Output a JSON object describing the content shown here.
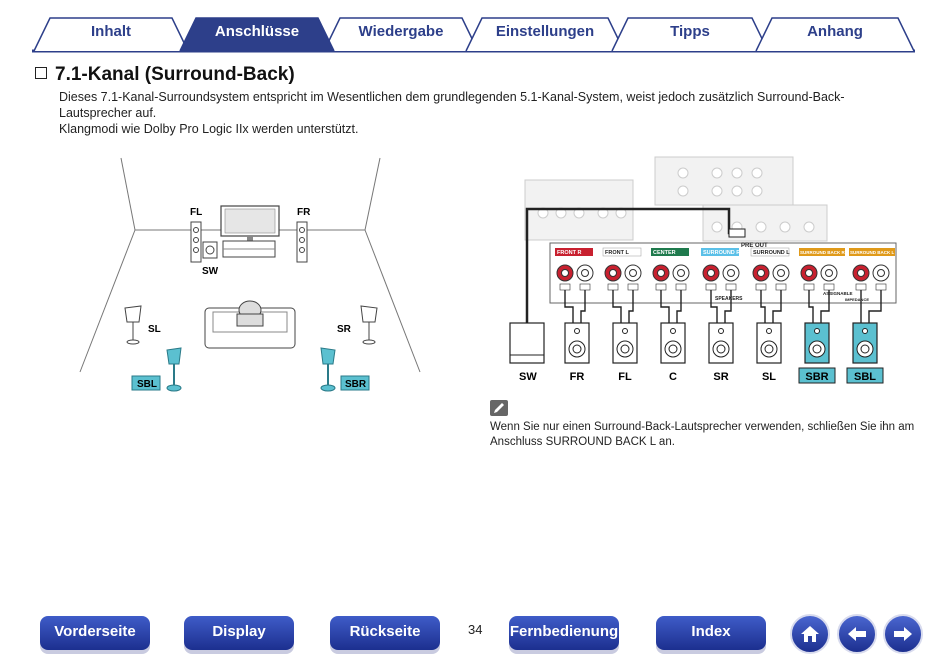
{
  "tabs": [
    {
      "label": "Inhalt",
      "active": false
    },
    {
      "label": "Anschlüsse",
      "active": true
    },
    {
      "label": "Wiedergabe",
      "active": false
    },
    {
      "label": "Einstellungen",
      "active": false
    },
    {
      "label": "Tipps",
      "active": false
    },
    {
      "label": "Anhang",
      "active": false
    }
  ],
  "section": {
    "title": "7.1-Kanal (Surround-Back)",
    "intro_line1": "Dieses 7.1-Kanal-Surroundsystem entspricht im Wesentlichen dem grundlegenden 5.1-Kanal-System, weist jedoch zusätzlich Surround-Back-Lautsprecher auf.",
    "intro_line2": "Klangmodi wie Dolby Pro Logic IIx werden unterstützt."
  },
  "room_diagram": {
    "fl": "FL",
    "fr": "FR",
    "sw": "SW",
    "sl": "SL",
    "sr": "SR",
    "sbl": "SBL",
    "sbr": "SBR"
  },
  "speaker_diagram": {
    "pre_out": "PRE OUT",
    "terminals": [
      "FRONT R",
      "FRONT L",
      "CENTER",
      "SURROUND R",
      "SURROUND L",
      "SURROUND BACK R",
      "SURROUND BACK L"
    ],
    "speakers_label": "SPEAKERS",
    "assignable_label": "ASSIGNABLE",
    "impedance_label": "IMPEDANCE",
    "speaker_labels": [
      "SW",
      "FR",
      "FL",
      "C",
      "SR",
      "SL",
      "SBR",
      "SBL"
    ]
  },
  "note": {
    "text": "Wenn Sie nur einen Surround-Back-Lautsprecher verwenden, schließen Sie ihn am Anschluss SURROUND BACK L an."
  },
  "page_number": "34",
  "bottom_nav": {
    "vorderseite": "Vorderseite",
    "display": "Display",
    "rueckseite": "Rückseite",
    "fernbedienung": "Fernbedienung",
    "index": "Index"
  },
  "colors": {
    "tab_active": "#2d3f8a",
    "accent_teal": "#5bc0d0",
    "button_blue": "#1c2f8f"
  }
}
